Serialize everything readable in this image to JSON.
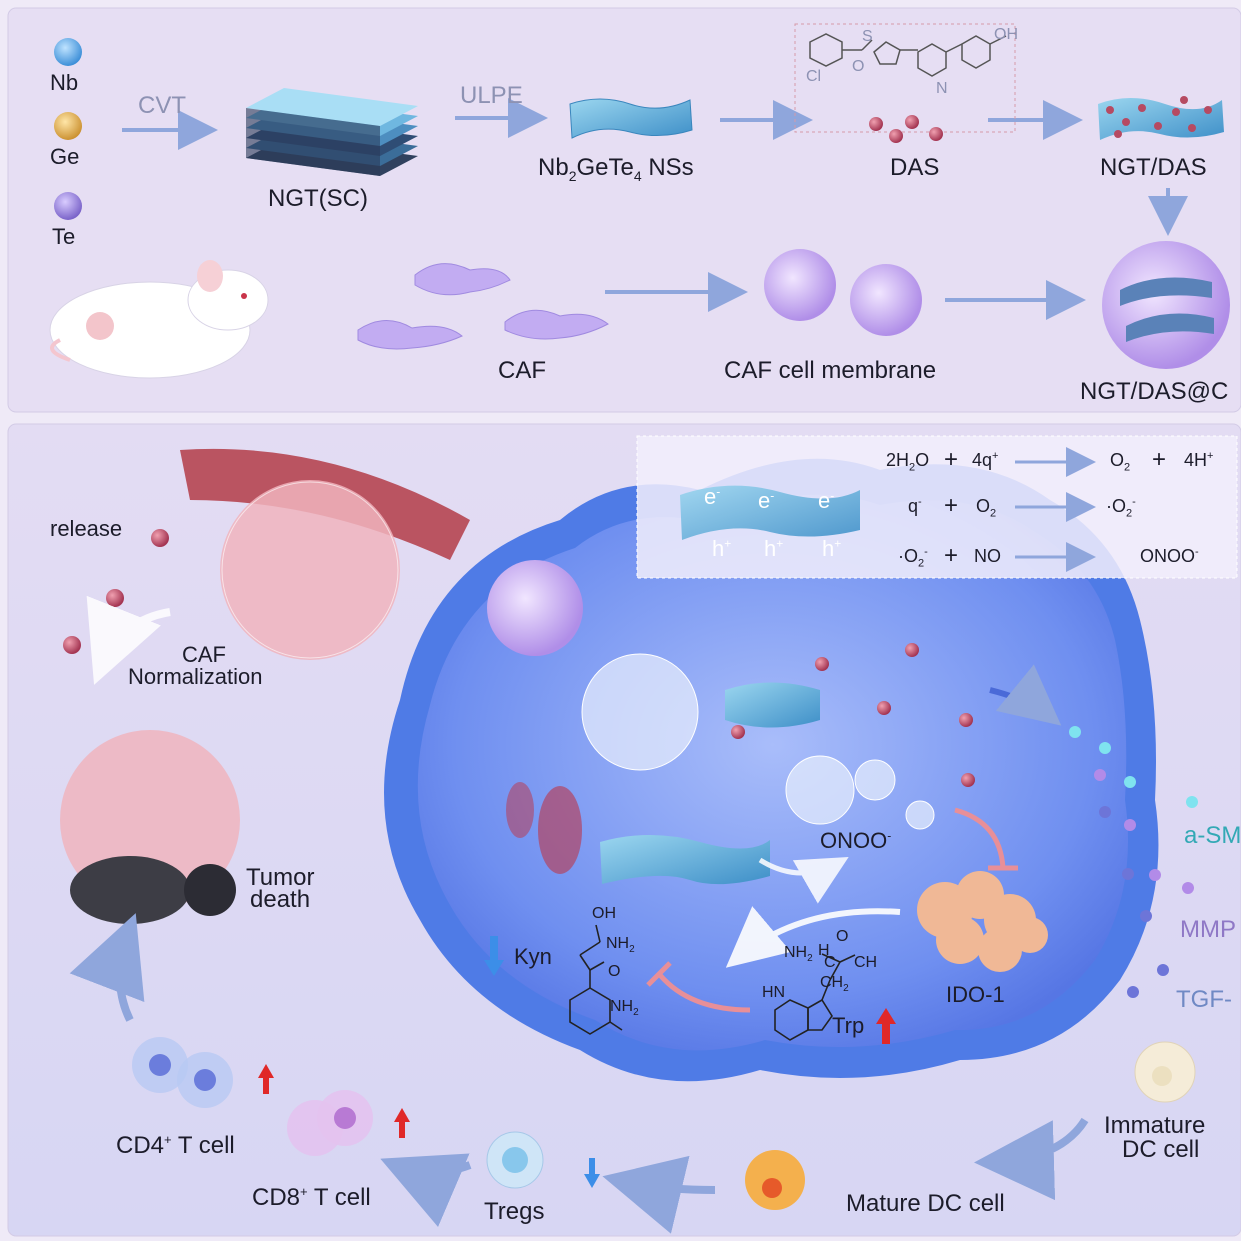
{
  "colors": {
    "background": "#efeaf7",
    "panel_top": "#e6def3",
    "panel_bottom": "#dcd5f2",
    "membrane": "#4f7be6",
    "cytoplasm": "#6f8ff0",
    "arrow": "#8fa6dc",
    "dot_red": "#b64a62",
    "inhibit": "#e88f98",
    "up_arrow": "#e02828",
    "down_arrow": "#3c8ee8",
    "nb": "#4aa6e6",
    "ge": "#d9a545",
    "te": "#8d78d8"
  },
  "icons": [
    "mouse-icon",
    "nanosheet-stack-icon",
    "caf-cell-icon",
    "membrane-vesicle-icon",
    "tumor-icon",
    "ido1-protein-icon",
    "dc-cell-icon",
    "t-cell-icon"
  ],
  "legend": {
    "nb": "Nb",
    "ge": "Ge",
    "te": "Te"
  },
  "synthesis": {
    "cvt": "CVT",
    "ngt_sc": "NGT(SC)",
    "ulpe": "ULPE",
    "nss_prefix": "Nb",
    "nss_sub1": "2",
    "nss_mid": "GeTe",
    "nss_sub2": "4",
    "nss_suffix": " NSs",
    "das": "DAS",
    "ngt_das": "NGT/DAS",
    "caf": "CAF",
    "caf_membrane": "CAF cell membrane",
    "ngt_das_caf": "NGT/DAS@C"
  },
  "reactions": {
    "e1": "e",
    "e2": "e",
    "e3": "e",
    "h1": "h",
    "h2": "h",
    "h3": "h",
    "r1_left_pre": "2H",
    "r1_left_sub": "2",
    "r1_left_post": "O",
    "r1_plus": "+",
    "r1_right": "4q",
    "r1_prod1_pre": "O",
    "r1_prod1_sub": "2",
    "r1_plus2": "+",
    "r1_prod2": "4H",
    "r2_left": "q",
    "r2_plus": "+",
    "r2_right_pre": "O",
    "r2_right_sub": "2",
    "r2_prod_pre": "·O",
    "r2_prod_sub": "2",
    "r3_left_pre": "·O",
    "r3_left_sub": "2",
    "r3_plus": "+",
    "r3_right": "NO",
    "r3_prod": "ONOO"
  },
  "labels": {
    "release": "release",
    "caf_norm_1": "CAF",
    "caf_norm_2": "Normalization",
    "tumor_1": "Tumor",
    "tumor_2": "death",
    "onoo": "ONOO",
    "kyn": "Kyn",
    "trp": "Trp",
    "ido1": "IDO-1",
    "asma": "a-SM",
    "mmp": "MMP",
    "tgf": "TGF-",
    "imm_dc_1": "Immature",
    "imm_dc_2": "DC cell",
    "mature_dc": "Mature DC cell",
    "tregs": "Tregs",
    "cd4_pre": "CD4",
    "cd4_sup": "+",
    "cd4_post": " T cell",
    "cd8_pre": "CD8",
    "cd8_sup": "+",
    "cd8_post": " T cell"
  },
  "chem": {
    "oh": "OH",
    "nh2_a": "NH",
    "nh2_b": "NH",
    "o": "O",
    "hn": "HN",
    "ch": "CH",
    "ch2": "CH",
    "o2": "O",
    "h": "H",
    "c": "C",
    "nh2_trp": "NH",
    "das_n1": "N",
    "das_s": "S",
    "das_cl": "Cl",
    "das_oh": "OH",
    "das_o": "O"
  }
}
